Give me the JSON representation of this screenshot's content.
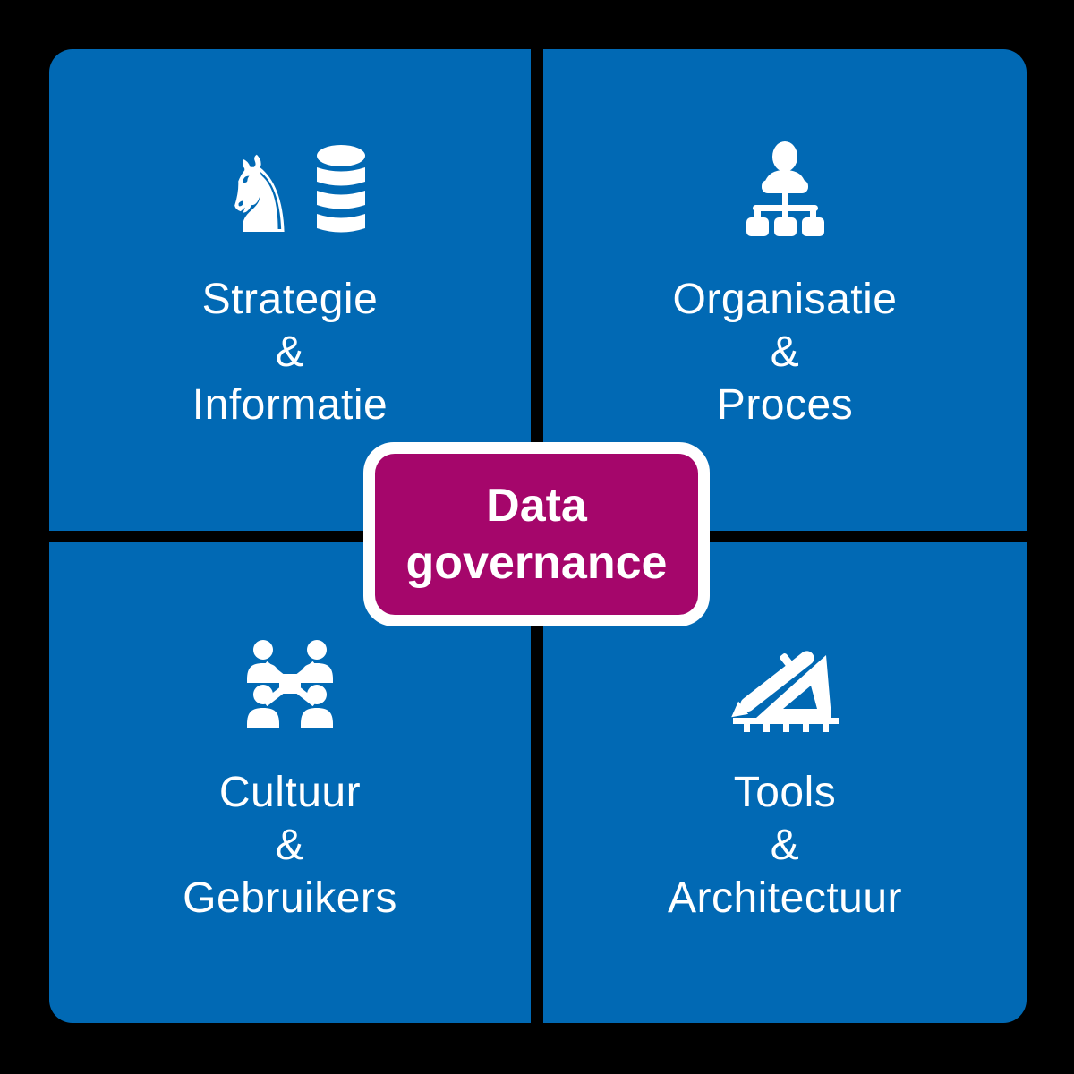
{
  "colors": {
    "background": "#000000",
    "quadrant_blue": "#0169B4",
    "badge_magenta": "#A5066B",
    "badge_border": "#FFFFFF",
    "text": "#FFFFFF"
  },
  "center_badge": {
    "label": "Data governance"
  },
  "icons": {
    "knight_glyph": "♞",
    "names": [
      "chess-knight-and-database-icon",
      "person-org-chart-icon",
      "people-network-icon",
      "pen-and-set-square-icon"
    ]
  },
  "quadrants": [
    {
      "name": "strategie-informatie",
      "icon": "chess-knight-and-database-icon",
      "line1": "Strategie",
      "separator": "&",
      "line2": "Informatie"
    },
    {
      "name": "organisatie-proces",
      "icon": "person-org-chart-icon",
      "line1": "Organisatie",
      "separator": "&",
      "line2": "Proces"
    },
    {
      "name": "cultuur-gebruikers",
      "icon": "people-network-icon",
      "line1": "Cultuur",
      "separator": "&",
      "line2": "Gebruikers"
    },
    {
      "name": "tools-architectuur",
      "icon": "pen-and-set-square-icon",
      "line1": "Tools",
      "separator": "&",
      "line2": "Architectuur"
    }
  ]
}
